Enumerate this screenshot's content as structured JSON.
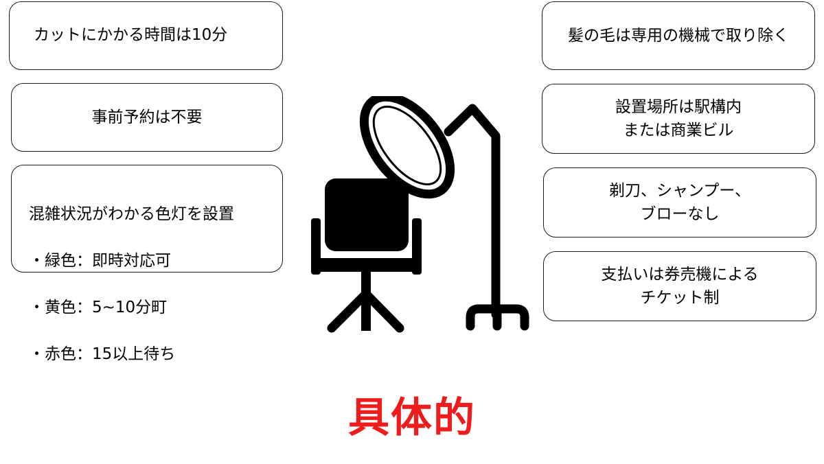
{
  "colors": {
    "accent": "#ee1c1c",
    "ink": "#000000",
    "border": "#1a1a1a"
  },
  "left_boxes": {
    "cut_time": "カットにかかる時間は10分",
    "reservation": "事前予約は不要",
    "light": {
      "title": "混雑状況がわかる色灯を設置",
      "green": "・緑色：即時対応可",
      "yellow": "・黄色：5~10分町",
      "red": "・赤色：15以上待ち"
    }
  },
  "right_boxes": {
    "hair_removal": "髪の毛は専用の機械で取り除く",
    "place": "設置場所は駅構内\nまたは商業ビル",
    "no_services": "剃刀、シャンプー、\nブローなし",
    "payment": "支払いは券売機による\nチケット制"
  },
  "illustration": {
    "icons": [
      "barber-chair-icon",
      "ring-lamp-icon"
    ]
  },
  "caption": "具体的"
}
